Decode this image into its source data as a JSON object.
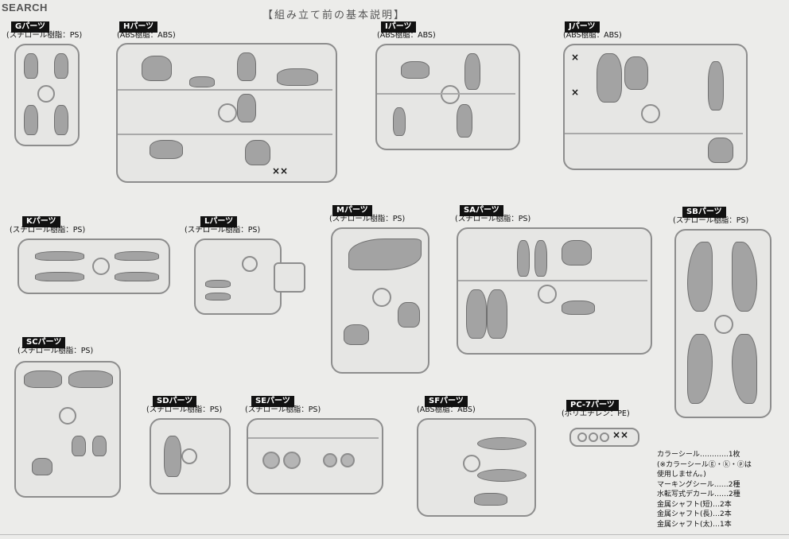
{
  "watermark": "SEARCH",
  "headline": "【組み立て前の基本説明】",
  "runners": [
    {
      "id": "g",
      "tag": "Gパーツ",
      "material": "(スチロール樹脂：PS)"
    },
    {
      "id": "h",
      "tag": "Hパーツ",
      "material": "(ABS樹脂：ABS)"
    },
    {
      "id": "i",
      "tag": "Iパーツ",
      "material": "(ABS樹脂：ABS)"
    },
    {
      "id": "j",
      "tag": "Jパーツ",
      "material": "(ABS樹脂：ABS)"
    },
    {
      "id": "k",
      "tag": "Kパーツ",
      "material": "(スチロール樹脂：PS)"
    },
    {
      "id": "l",
      "tag": "Lパーツ",
      "material": "(スチロール樹脂：PS)"
    },
    {
      "id": "m",
      "tag": "Mパーツ",
      "material": "(スチロール樹脂：PS)"
    },
    {
      "id": "sa",
      "tag": "SAパーツ",
      "material": "(スチロール樹脂：PS)"
    },
    {
      "id": "sb",
      "tag": "SBパーツ",
      "material": "(スチロール樹脂：PS)"
    },
    {
      "id": "sc",
      "tag": "SCパーツ",
      "material": "(スチロール樹脂：PS)"
    },
    {
      "id": "sd",
      "tag": "SDパーツ",
      "material": "(スチロール樹脂：PS)"
    },
    {
      "id": "se",
      "tag": "SEパーツ",
      "material": "(スチロール樹脂：PS)"
    },
    {
      "id": "sf",
      "tag": "SFパーツ",
      "material": "(ABS樹脂：ABS)"
    },
    {
      "id": "pc7",
      "tag": "PC-7パーツ",
      "material": "(ポリエチレン：PE)"
    }
  ],
  "x_marks": [
    "××",
    "×",
    "×",
    "××"
  ],
  "notes": [
    "カラーシール…………1枚",
    "(※カラーシールⓖ・ⓚ・ⓟは",
    "使用しません。)",
    "マーキングシール……2種",
    "水転写式デカール……2種",
    "金属シャフト(短)…2本",
    "金属シャフト(長)…2本",
    "金属シャフト(太)…1本"
  ]
}
